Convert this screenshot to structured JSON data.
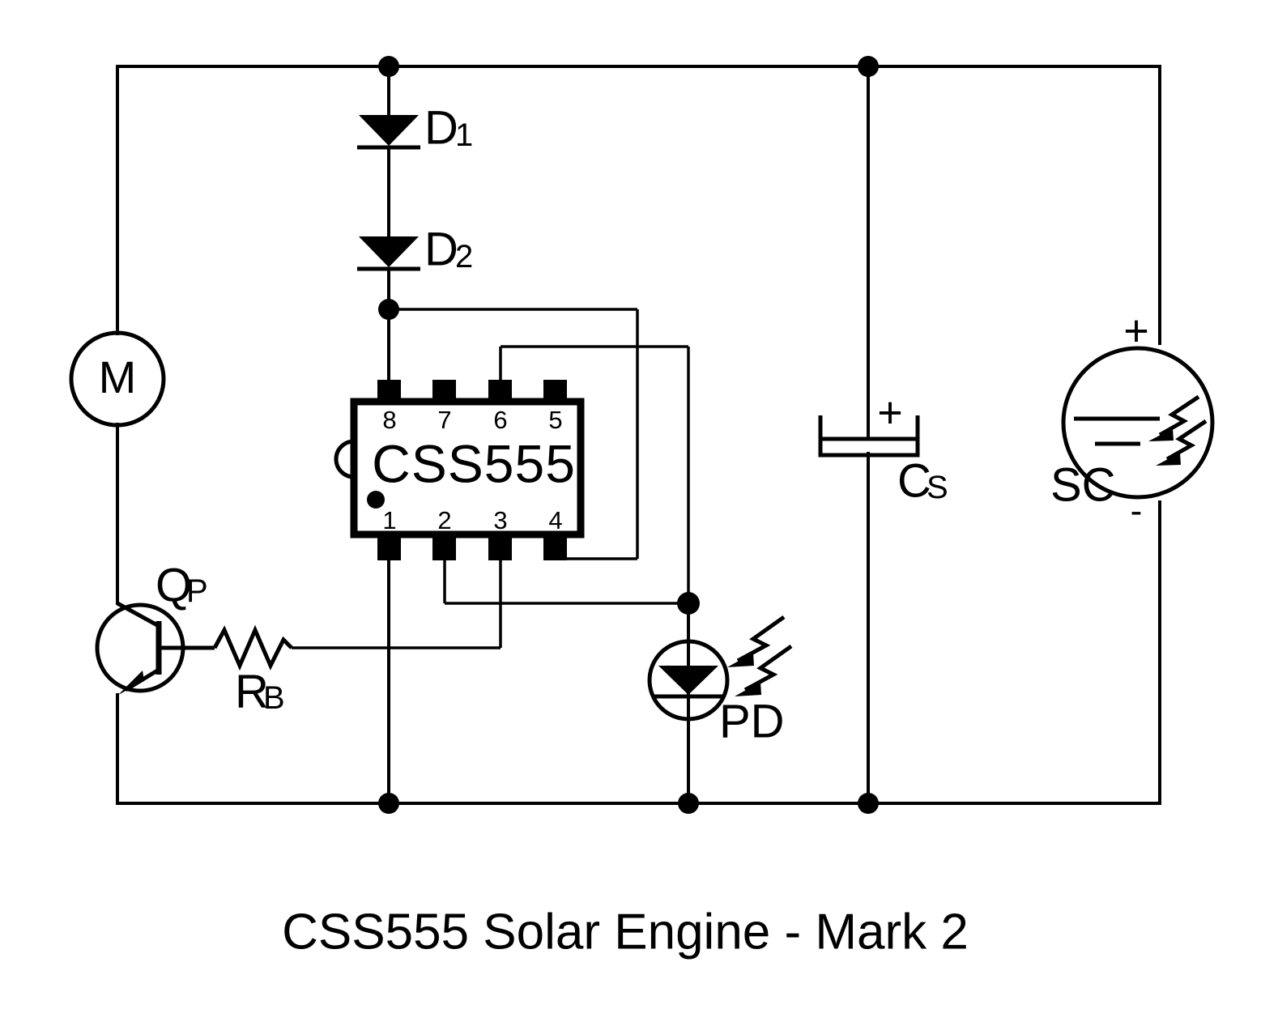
{
  "diagram": {
    "title": "CSS555 Solar Engine - Mark 2",
    "type": "electronic-schematic",
    "background_color": "#ffffff",
    "line_color": "#000000"
  },
  "ic": {
    "part_label": "CSS555",
    "package": "8-pin DIP",
    "pins_top": [
      "8",
      "7",
      "6",
      "5"
    ],
    "pins_bottom": [
      "1",
      "2",
      "3",
      "4"
    ]
  },
  "components": {
    "motor": {
      "label": "M",
      "name": "motor"
    },
    "diode1": {
      "label": "D",
      "subscript": "1",
      "name": "diode-d1"
    },
    "diode2": {
      "label": "D",
      "subscript": "2",
      "name": "diode-d2"
    },
    "transistor": {
      "label": "Q",
      "subscript": "P",
      "name": "pnp-drive-transistor"
    },
    "resistor": {
      "label": "R",
      "subscript": "B",
      "name": "base-resistor"
    },
    "photodiode": {
      "label": "PD",
      "name": "photodiode"
    },
    "capacitor": {
      "label": "C",
      "subscript": "S",
      "polarity": "+",
      "name": "storage-capacitor"
    },
    "solar_cell": {
      "label": "SC",
      "plus": "+",
      "minus": "-",
      "name": "solar-cell"
    }
  }
}
